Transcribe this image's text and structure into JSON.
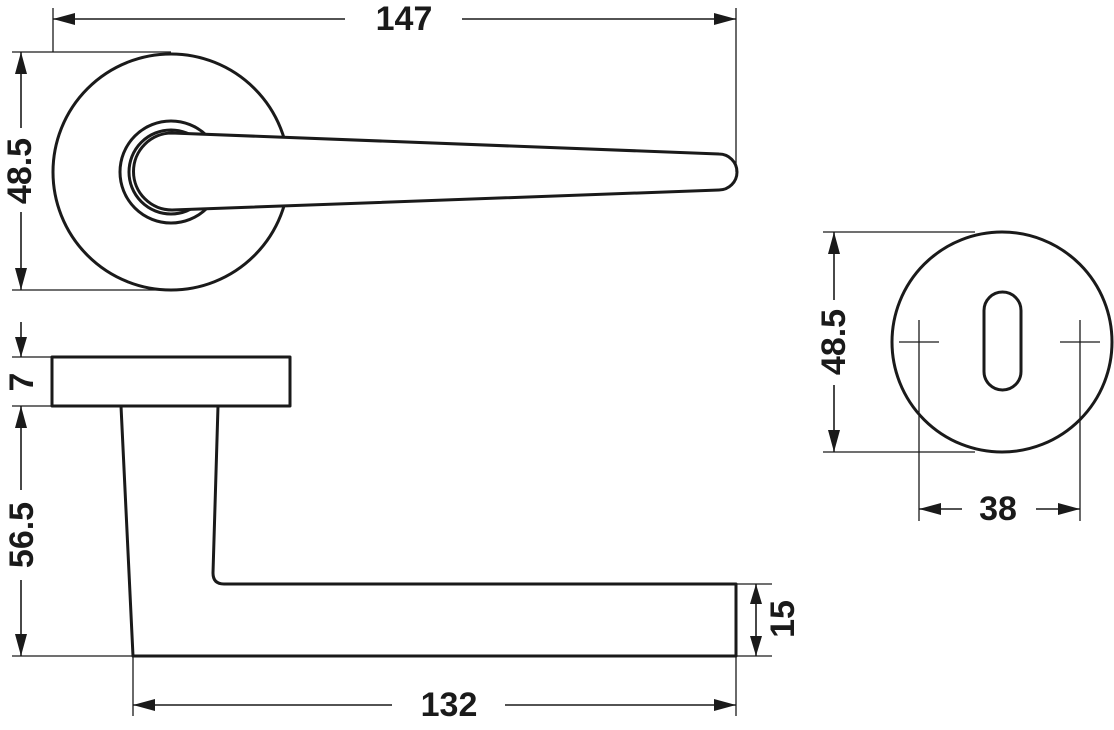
{
  "drawing": {
    "colors": {
      "line": "#1a1a1a",
      "background": "#ffffff"
    },
    "dimensions": {
      "lever_length": "147",
      "rose_diameter": "48.5",
      "rose_thickness": "7",
      "lever_projection": "56.5",
      "lever_depth": "15",
      "lever_reach": "132",
      "escutcheon_diameter": "48.5",
      "escutcheon_centers": "38"
    }
  }
}
